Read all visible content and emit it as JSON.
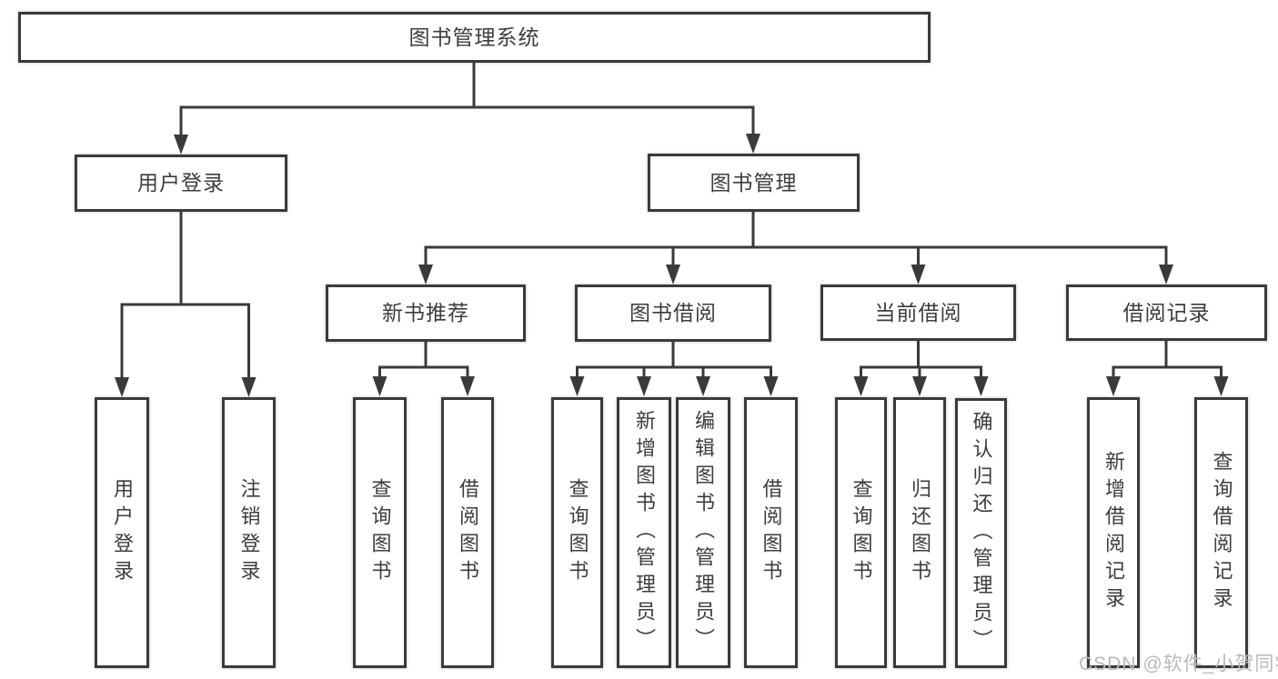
{
  "nodes": {
    "root": {
      "label": "图书管理系统"
    },
    "login": {
      "label": "用户登录",
      "children": [
        {
          "label": "用户登录"
        },
        {
          "label": "注销登录"
        }
      ]
    },
    "manage": {
      "label": "图书管理",
      "children": [
        {
          "label": "新书推荐",
          "children": [
            {
              "label": "查询图书"
            },
            {
              "label": "借阅图书"
            }
          ]
        },
        {
          "label": "图书借阅",
          "children": [
            {
              "label": "查询图书"
            },
            {
              "label": "新增图书（管理员）"
            },
            {
              "label": "编辑图书（管理员）"
            },
            {
              "label": "借阅图书"
            }
          ]
        },
        {
          "label": "当前借阅",
          "children": [
            {
              "label": "查询图书"
            },
            {
              "label": "归还图书"
            },
            {
              "label": "确认归还（管理员）"
            }
          ]
        },
        {
          "label": "借阅记录",
          "children": [
            {
              "label": "新增借阅记录"
            },
            {
              "label": "查询借阅记录"
            }
          ]
        }
      ]
    }
  },
  "colors": {
    "line": "#3a3a3a",
    "text": "#3d3d3d",
    "watermark": "#b9b9b9"
  },
  "watermark": {
    "text": "CSDN @软件_小贺同学"
  }
}
